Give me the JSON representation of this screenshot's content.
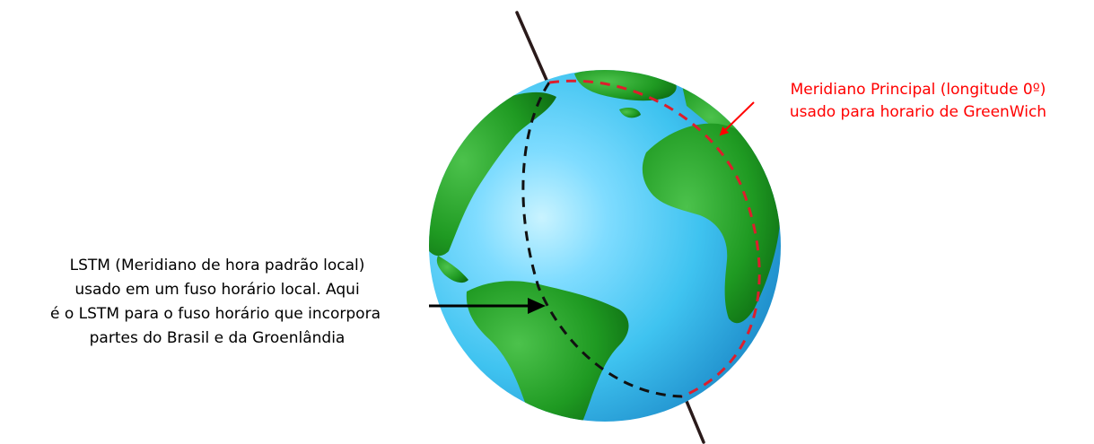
{
  "prime_meridian_label": {
    "line1": "Meridiano Principal (longitude 0º)",
    "line2": "usado para horario de GreenWich",
    "color": "#ff0000"
  },
  "lstm_label": {
    "line1": "LSTM (Meridiano de hora padrão local)",
    "line2": "usado em um fuso horário local. Aqui",
    "line3": "é o LSTM para o fuso horário que incorpora",
    "line4": "partes do Brasil e da Groenlândia",
    "color": "#000000"
  },
  "colors": {
    "ocean": "#3fc3f0",
    "ocean_highlight": "#bff0ff",
    "ocean_shadow": "#1a86c6",
    "land": "#21a021",
    "land_dark": "#0f6e12",
    "axis": "#2a1a1a"
  },
  "icons": {
    "globe": "earth-globe-icon"
  }
}
